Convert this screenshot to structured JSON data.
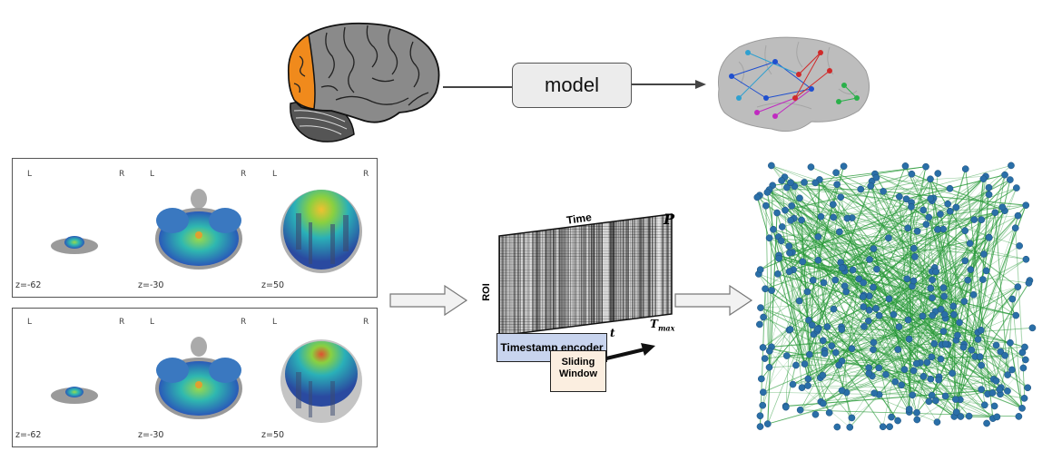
{
  "model": {
    "label": "model"
  },
  "scan_panels": [
    {
      "views": [
        {
          "left": "L",
          "right": "R",
          "z": "z=-62"
        },
        {
          "left": "L",
          "right": "R",
          "z": "z=-30"
        },
        {
          "left": "L",
          "right": "R",
          "z": "z=50"
        }
      ]
    },
    {
      "views": [
        {
          "left": "L",
          "right": "R",
          "z": "z=-62"
        },
        {
          "left": "L",
          "right": "R",
          "z": "z=-30"
        },
        {
          "left": "L",
          "right": "R",
          "z": "z=50"
        }
      ]
    }
  ],
  "matrix": {
    "time_label": "Time",
    "roi_label": "ROI",
    "p_label": "P",
    "t_label": "t",
    "tmax_label": "T",
    "tmax_sub": "max"
  },
  "encoder": {
    "label": "Timestamp encoder"
  },
  "window": {
    "line1": "Sliding",
    "line2": "Window"
  },
  "colors": {
    "frontal_lobe": "#f08a1c",
    "graph_node": "#2a6fa8",
    "graph_edge": "#2a9a3a",
    "encoder_fill": "#c8d4ee",
    "window_fill": "#fbeee0",
    "model_fill": "#ececec"
  }
}
